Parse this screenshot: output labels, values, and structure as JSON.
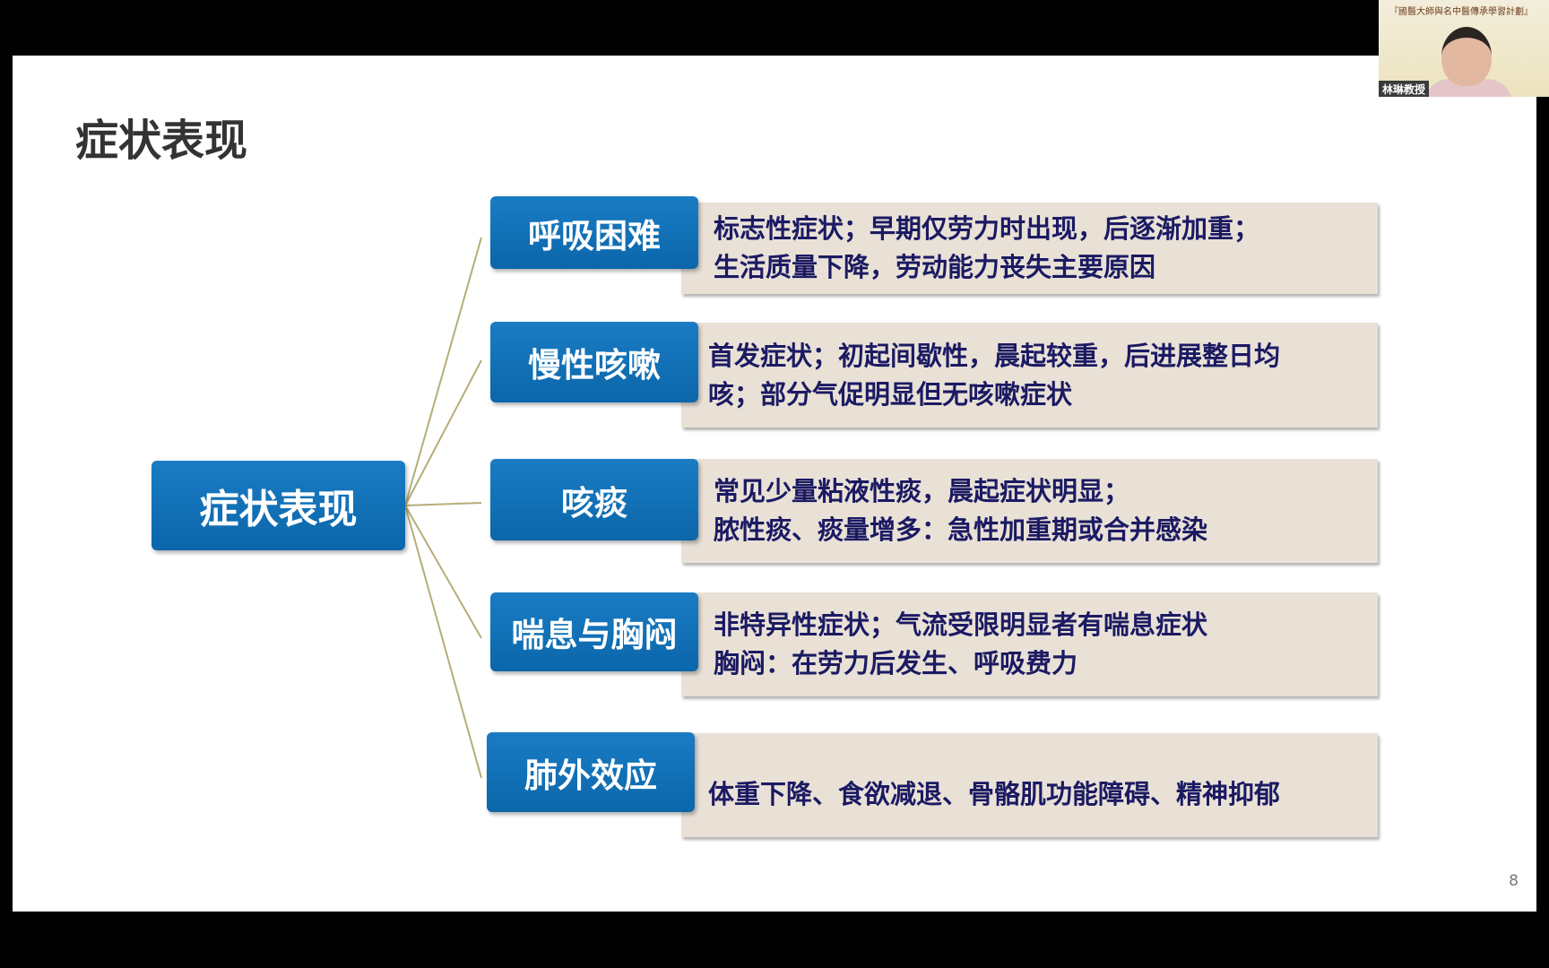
{
  "slide": {
    "title": "症状表现",
    "center": "症状表现",
    "page_number": "8",
    "items": [
      {
        "label": "呼吸困难",
        "lines": [
          "标志性症状；早期仅劳力时出现，后逐渐加重；",
          "生活质量下降，劳动能力丧失主要原因"
        ]
      },
      {
        "label": "慢性咳嗽",
        "lines": [
          "首发症状；初起间歇性，晨起较重，后进展整日均",
          "咳；部分气促明显但无咳嗽症状"
        ]
      },
      {
        "label": "咳痰",
        "lines": [
          "常见少量粘液性痰，晨起症状明显；",
          "脓性痰、痰量增多：急性加重期或合并感染"
        ]
      },
      {
        "label": "喘息与胸闷",
        "lines": [
          "非特异性症状；气流受限明显者有喘息症状",
          "胸闷：在劳力后发生、呼吸费力"
        ]
      },
      {
        "label": "肺外效应",
        "lines": [
          "体重下降、食欲减退、骨骼肌功能障碍、精神抑郁"
        ]
      }
    ]
  },
  "video": {
    "header": "『國醫大師與名中醫傳承學習計劃』",
    "speaker": "林琳教授"
  },
  "colors": {
    "blue": "#0b66aa",
    "tan": "#e9e1d6",
    "text": "#1b1a63",
    "line": "#b5ad7a"
  }
}
